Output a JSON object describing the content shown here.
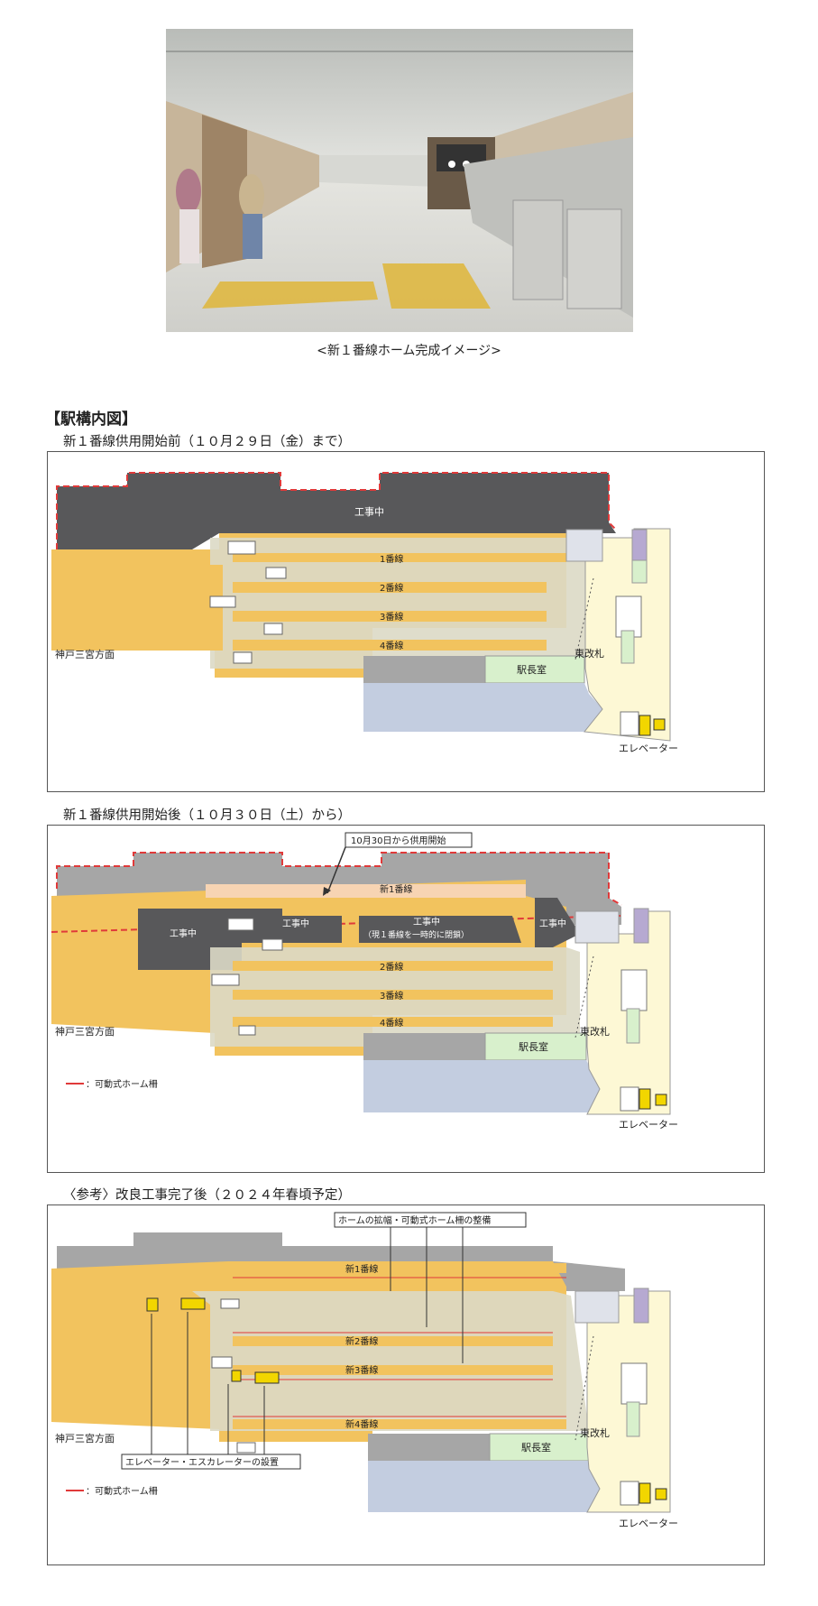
{
  "photo_caption": "<新１番線ホーム完成イメージ>",
  "section_title": "【駅構内図】",
  "diagram1": {
    "subtitle": "新１番線供用開始前（１０月２９日（金）まで）",
    "construction": "工事中",
    "tracks": [
      "1番線",
      "2番線",
      "3番線",
      "4番線"
    ],
    "direction": "神戸三宮方面",
    "gate": "東改札",
    "station_office": "駅長室",
    "elevator": "エレベーター"
  },
  "diagram2": {
    "subtitle": "新１番線供用開始後（１０月３０日（土）から）",
    "callout": "10月30日から供用開始",
    "construction": "工事中",
    "construction_note_title": "工事中",
    "construction_note_sub": "（現１番線を一時的に閉鎖）",
    "tracks": [
      "新1番線",
      "2番線",
      "3番線",
      "4番線"
    ],
    "direction": "神戸三宮方面",
    "gate": "東改札",
    "station_office": "駅長室",
    "elevator": "エレベーター",
    "legend": "：可動式ホーム柵"
  },
  "diagram3": {
    "subtitle": "〈参考〉改良工事完了後（２０２４年春頃予定）",
    "callout_top": "ホームの拡幅・可動式ホーム柵の整備",
    "callout_bottom": "エレベーター・エスカレーターの設置",
    "tracks": [
      "新1番線",
      "新2番線",
      "新3番線",
      "新4番線"
    ],
    "direction": "神戸三宮方面",
    "gate": "東改札",
    "station_office": "駅長室",
    "elevator": "エレベーター",
    "legend": "：可動式ホーム柵"
  },
  "colors": {
    "track": "#f2c35e",
    "platform": "#dcd9c5",
    "construction": "#58585a",
    "building": "#a6a6a6",
    "office": "#d8f0cc",
    "blue_area": "#c3cde0",
    "concourse": "#fdf8d5",
    "purple": "#b6a9d1",
    "fence": "#e03a3a",
    "new_platform": "#f7d4b3"
  }
}
